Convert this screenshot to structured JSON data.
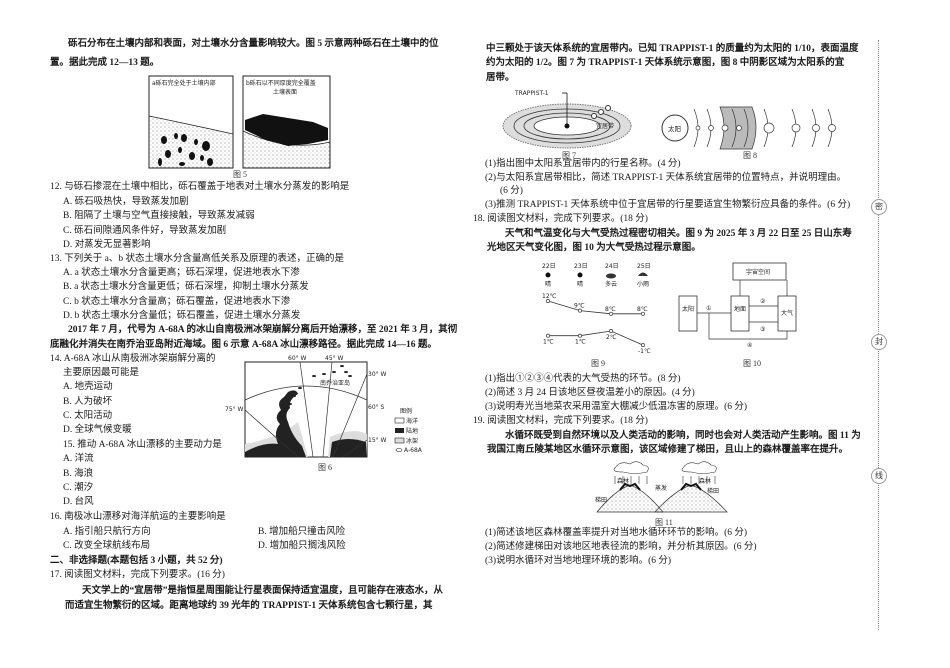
{
  "left": {
    "intro_12_13": [
      "砾石分布在土壤内部和表面，对土壤水分含量影响较大。图 5 示意两种砾石在土壤中的位",
      "置。据此完成 12—13 题。"
    ],
    "fig5": {
      "a_label": "a砾石完全处于土壤内部",
      "b_label_1": "b砾石以不同厚度完全覆盖",
      "b_label_2": "土壤表面",
      "caption": "图 5"
    },
    "q12": {
      "stem": "12. 与砾石掺混在土壤中相比，砾石覆盖于地表对土壤水分蒸发的影响是",
      "options": [
        "A. 砾石吸热快，导致蒸发加剧",
        "B. 阻隔了土壤与空气直接接触，导致蒸发减弱",
        "C. 砾石间隙通风条件好，导致蒸发加剧",
        "D. 对蒸发无显著影响"
      ]
    },
    "q13": {
      "stem": "13. 下列关于 a、b 状态土壤水分含量高低关系及原理的表述，正确的是",
      "options": [
        "A. a 状态土壤水分含量更高；砾石深埋，促进地表水下渗",
        "B. a 状态土壤水分含量更低；砾石深埋，抑制土壤水分蒸发",
        "C. b 状态土壤水分含量高；砾石覆盖，促进地表水下渗",
        "D. b 状态土壤水分含量低；砾石覆盖，促进土壤水分蒸发"
      ]
    },
    "intro_14_16": [
      "2017 年 7 月，代号为 A-68A 的冰山自南极洲冰架崩解分离后开始漂移，至 2021 年 3 月，其彻",
      "底融化并消失在南乔治亚岛附近海域。图 6 示意 A-68A 冰山漂移路径。据此完成 14—16 题。"
    ],
    "fig6": {
      "lon_60w": "60° W",
      "lon_45w": "45° W",
      "lon_30w": "30° W",
      "lat_60s": "60° S",
      "lon_75w": "75° W",
      "lon_15w": "15° W",
      "island": "南乔治亚岛",
      "legend_title": "图例",
      "legend": [
        "海洋",
        "陆地",
        "冰架",
        "A-68A"
      ],
      "caption": "图 6"
    },
    "q14": {
      "stem_1": "14. A-68A 冰山从南极洲冰架崩解分离的",
      "stem_2": "主要原因最可能是",
      "options": [
        "A. 地壳运动",
        "B. 人为破坏",
        "C. 太阳活动",
        "D. 全球气候变暖"
      ]
    },
    "q15": {
      "stem": "15. 推动 A-68A 冰山漂移的主要动力是",
      "options": [
        "A. 洋流",
        "B. 海浪",
        "C. 潮汐",
        "D. 台风"
      ]
    },
    "q16": {
      "stem": "16. 南极冰山漂移对海洋航运的主要影响是",
      "options": [
        "A. 指引船只航行方向",
        "B. 增加船只撞击风险",
        "C. 改变全球航线布局",
        "D. 增加船只搁浅风险"
      ]
    },
    "section2": "二、非选择题(本题包括 3 小题，共 52 分)",
    "q17": {
      "stem": "17. 阅读图文材料，完成下列要求。(16 分)",
      "para": [
        "天文学上的“宜居带”是指恒星周围能让行星表面保持适宜温度，且可能存在液态水，从",
        "而适宜生物繁衍的区域。距离地球约 39 光年的 TRAPPIST-1 天体系统包含七颗行星，其"
      ]
    }
  },
  "right": {
    "q17_cont": [
      "中三颗处于该天体系统的宜居带内。已知 TRAPPIST-1 的质量约为太阳的 1/10，表面温度",
      "约为太阳的 1/2。图 7 为 TRAPPIST-1 天体系统示意图，图 8 中阴影区域为太阳系的宜",
      "居带。"
    ],
    "fig7": {
      "star_label": "TRAPPIST-1",
      "zone_label": "宜居带",
      "caption": "图 7"
    },
    "fig8": {
      "sun_label": "太阳",
      "caption": "图 8"
    },
    "q17_sub": [
      "(1)指出图中太阳系宜居带内的行星名称。(4 分)",
      "(2)与太阳系宜居带相比，简述 TRAPPIST-1 天体系统宜居带的位置特点，并说明理由。",
      "(6 分)",
      "(3)推测 TRAPPIST-1 天体系统中位于宜居带的行星要适宜生物繁衍应具备的条件。(6 分)"
    ],
    "q18": {
      "stem": "18. 阅读图文材料，完成下列要求。(18 分)",
      "para": [
        "天气和气温变化与大气受热过程密切相关。图 9 为 2025 年 3 月 22 日至 25 日山东寿",
        "光地区天气变化图，图 10 为大气受热过程示意图。"
      ],
      "sub": [
        "(1)指出①②③④代表的大气受热的环节。(8 分)",
        "(2)简述 3 月 24 日该地区昼夜温差小的原因。(4 分)",
        "(3)说明寿光当地菜农采用温室大棚减少低温冻害的原理。(6 分)"
      ]
    },
    "fig9": {
      "days": [
        "22日",
        "23日",
        "24日",
        "25日"
      ],
      "weather": [
        "晴",
        "晴",
        "多云",
        "小雨"
      ],
      "weather_icons": [
        "sun-icon",
        "sun-icon",
        "cloudy-icon",
        "rain-icon"
      ],
      "highs": [
        "12℃",
        "9℃",
        "8℃",
        "8℃"
      ],
      "lows": [
        "1℃",
        "1℃",
        "2℃",
        "-1℃"
      ],
      "high_values": [
        12,
        9,
        8,
        8
      ],
      "low_values": [
        1,
        1,
        2,
        -1
      ],
      "caption": "图 9"
    },
    "fig10": {
      "space": "宇宙空间",
      "sun": "太阳",
      "ground": "地面",
      "atmosphere": "大气",
      "n1": "①",
      "n2": "②",
      "n3": "③",
      "n4": "④",
      "caption": "图 10"
    },
    "q19": {
      "stem": "19. 阅读图文材料，完成下列要求。(18 分)",
      "para": [
        "水循环既受到自然环境以及人类活动的影响，同时也会对人类活动产生影响。图 11 为",
        "我国江南丘陵某地区水循环示意图，该区域修建了梯田，且山上的森林覆盖率在提升。"
      ],
      "sub": [
        "(1)简述该地区森林覆盖率提升对当地水循环环节的影响。(6 分)",
        "(2)简述修建梯田对该地区地表径流的影响，并分析其原因。(6 分)",
        "(3)说明水循环对当地地理环境的影响。(6 分)"
      ]
    },
    "fig11": {
      "forest_left": "森林",
      "terrace_left": "梯田",
      "evaporation": "蒸发",
      "forest_right": "森林",
      "terrace_right": "梯田",
      "caption": "图 11"
    }
  },
  "margin": {
    "labels": [
      "密",
      "封",
      "线"
    ]
  }
}
